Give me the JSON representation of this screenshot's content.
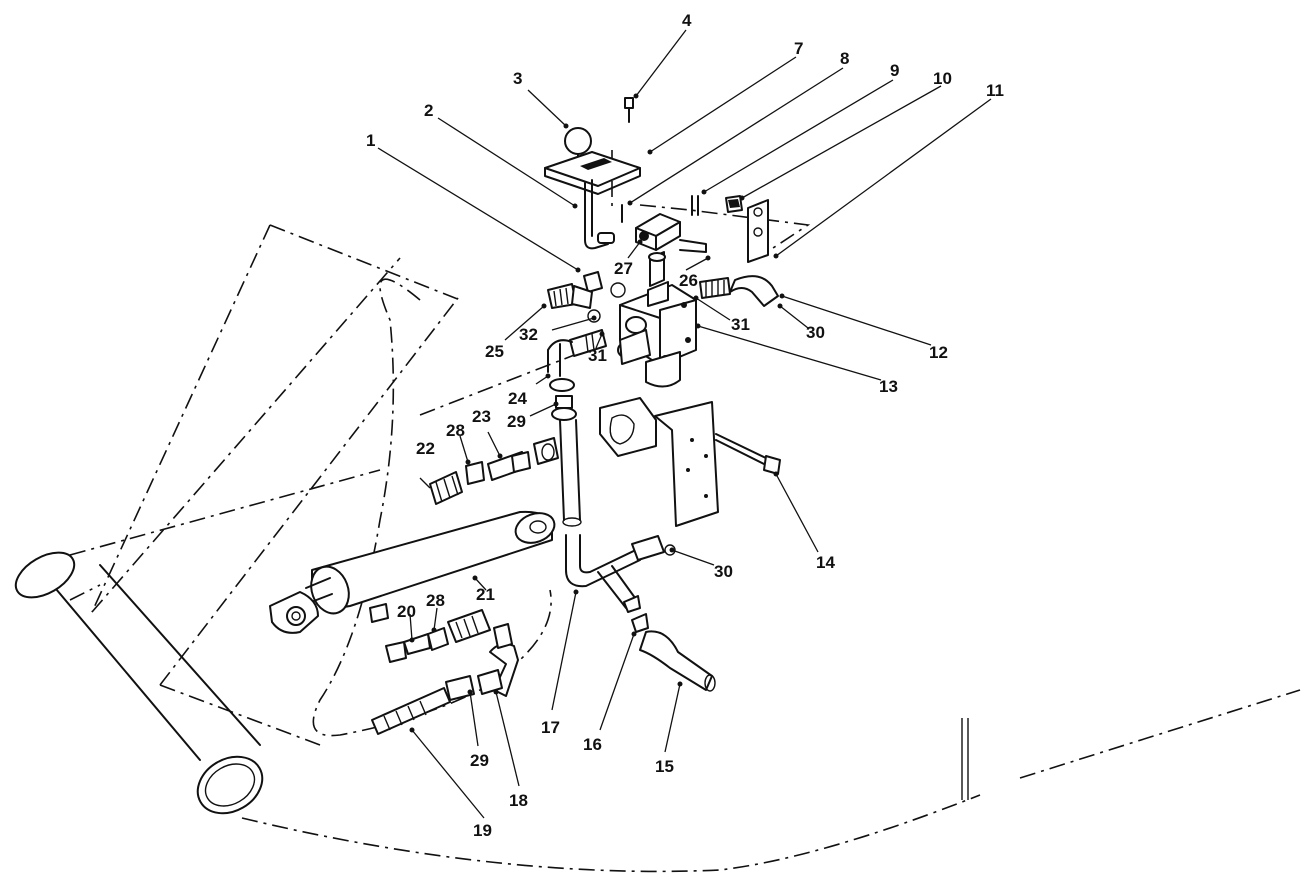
{
  "diagram": {
    "callouts": [
      {
        "id": "1",
        "label": "1"
      },
      {
        "id": "2",
        "label": "2"
      },
      {
        "id": "3",
        "label": "3"
      },
      {
        "id": "4",
        "label": "4"
      },
      {
        "id": "7",
        "label": "7"
      },
      {
        "id": "8",
        "label": "8"
      },
      {
        "id": "9",
        "label": "9"
      },
      {
        "id": "10",
        "label": "10"
      },
      {
        "id": "11",
        "label": "11"
      },
      {
        "id": "12",
        "label": "12"
      },
      {
        "id": "13",
        "label": "13"
      },
      {
        "id": "14",
        "label": "14"
      },
      {
        "id": "15",
        "label": "15"
      },
      {
        "id": "16",
        "label": "16"
      },
      {
        "id": "17",
        "label": "17"
      },
      {
        "id": "18",
        "label": "18"
      },
      {
        "id": "19",
        "label": "19"
      },
      {
        "id": "20",
        "label": "20"
      },
      {
        "id": "21",
        "label": "21"
      },
      {
        "id": "22",
        "label": "22"
      },
      {
        "id": "23",
        "label": "23"
      },
      {
        "id": "24",
        "label": "24"
      },
      {
        "id": "25",
        "label": "25"
      },
      {
        "id": "26",
        "label": "26"
      },
      {
        "id": "27",
        "label": "27"
      },
      {
        "id": "28a",
        "label": "28"
      },
      {
        "id": "28b",
        "label": "28"
      },
      {
        "id": "29a",
        "label": "29"
      },
      {
        "id": "29b",
        "label": "29"
      },
      {
        "id": "30a",
        "label": "30"
      },
      {
        "id": "30b",
        "label": "30"
      },
      {
        "id": "31a",
        "label": "31"
      },
      {
        "id": "31b",
        "label": "31"
      },
      {
        "id": "32",
        "label": "32"
      }
    ]
  }
}
